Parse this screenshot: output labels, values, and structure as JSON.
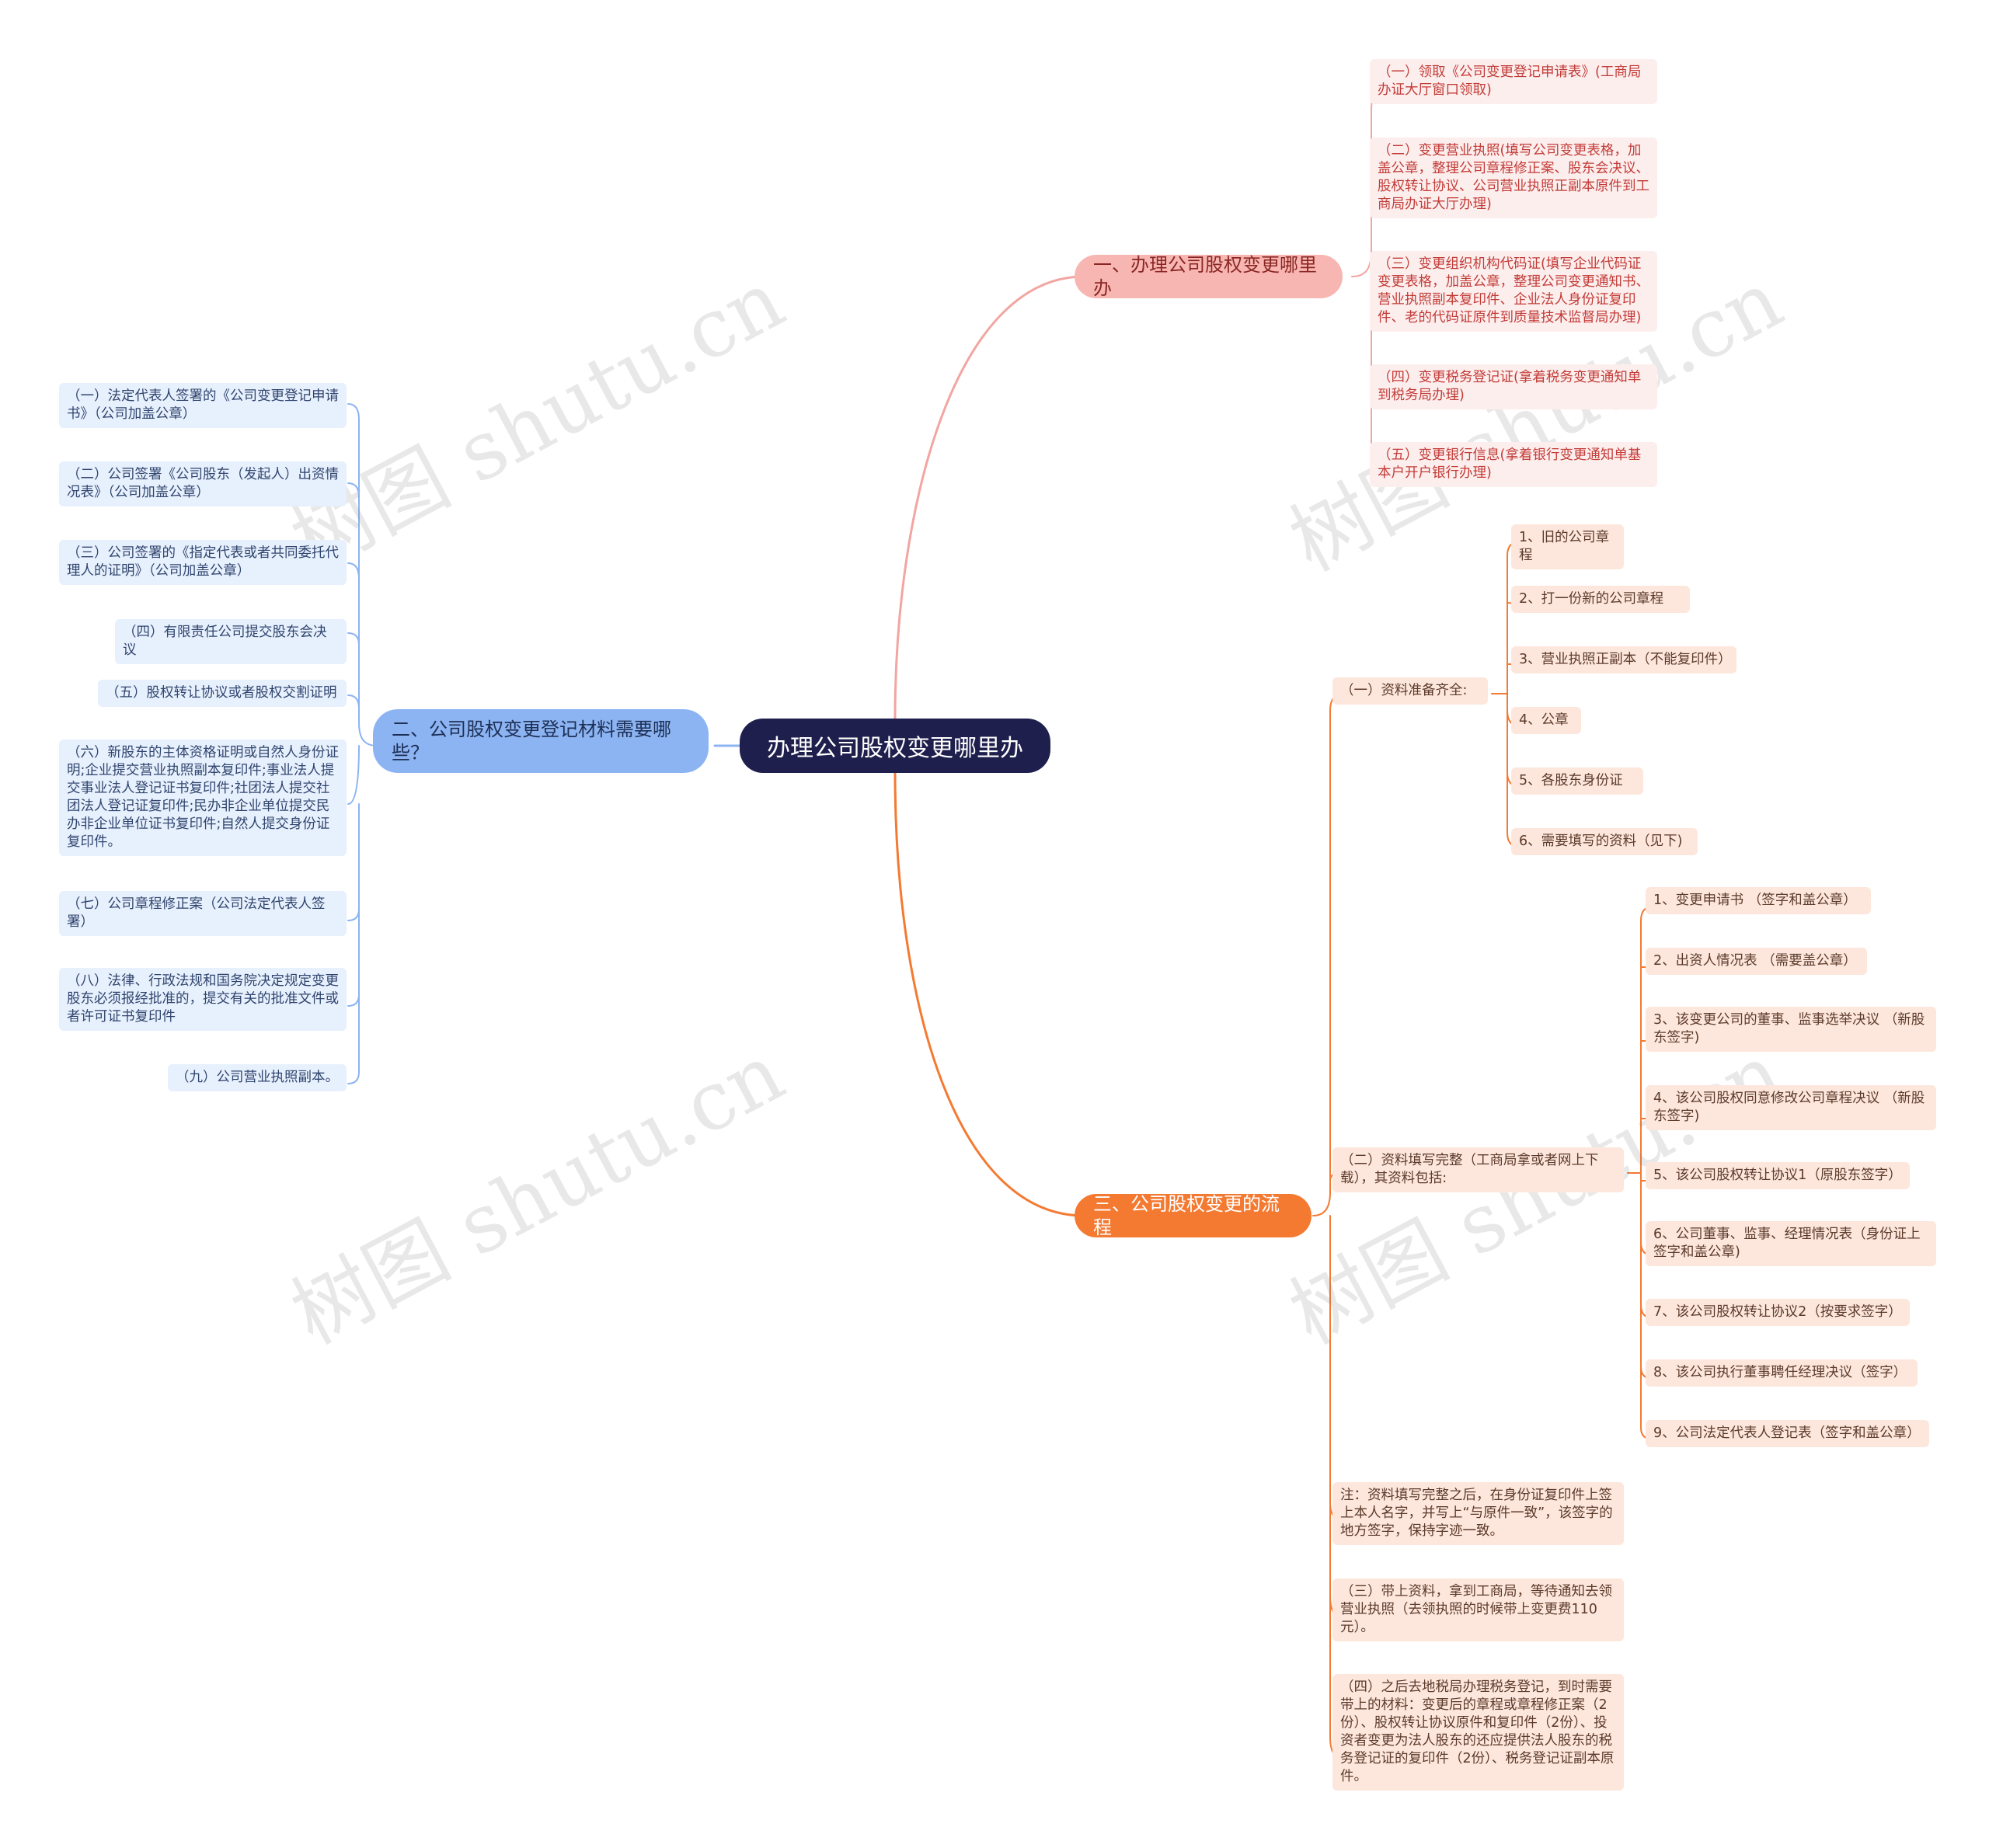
{
  "root": {
    "label": "办理公司股权变更哪里办"
  },
  "branches": {
    "b1": {
      "label": "一、办理公司股权变更哪里办",
      "color": "#f2a5a1",
      "items": [
        "（一）领取《公司变更登记申请表》(工商局办证大厅窗口领取)",
        "（二）变更营业执照(填写公司变更表格，加盖公章，整理公司章程修正案、股东会决议、股权转让协议、公司营业执照正副本原件到工商局办证大厅办理)",
        "（三）变更组织机构代码证(填写企业代码证变更表格，加盖公章，整理公司变更通知书、营业执照副本复印件、企业法人身份证复印件、老的代码证原件到质量技术监督局办理)",
        "（四）变更税务登记证(拿着税务变更通知单到税务局办理)",
        "（五）变更银行信息(拿着银行变更通知单基本户开户银行办理)"
      ]
    },
    "b2": {
      "label": "二、公司股权变更登记材料需要哪些？",
      "color": "#8cb4f2",
      "items": [
        "（一）法定代表人签署的《公司变更登记申请书》（公司加盖公章）",
        "（二）公司签署《公司股东（发起人）出资情况表》（公司加盖公章）",
        "（三）公司签署的《指定代表或者共同委托代理人的证明》（公司加盖公章）",
        "（四）有限责任公司提交股东会决议",
        "（五）股权转让协议或者股权交割证明",
        "（六）新股东的主体资格证明或自然人身份证明;企业提交营业执照副本复印件;事业法人提交事业法人登记证书复印件;社团法人提交社团法人登记证复印件;民办非企业单位提交民办非企业单位证书复印件;自然人提交身份证复印件。",
        "（七）公司章程修正案（公司法定代表人签署）",
        "（八）法律、行政法规和国务院决定规定变更股东必须报经批准的，提交有关的批准文件或者许可证书复印件",
        "（九）公司营业执照副本。"
      ]
    },
    "b3": {
      "label": "三、公司股权变更的流程",
      "color": "#f47a32",
      "s1": {
        "label": "（一）资料准备齐全:",
        "items": [
          "1、旧的公司章程",
          "2、打一份新的公司章程",
          "3、营业执照正副本（不能复印件）",
          "4、公章",
          "5、各股东身份证",
          "6、需要填写的资料（见下)"
        ]
      },
      "s2": {
        "label": "（二）资料填写完整（工商局拿或者网上下载），其资料包括:",
        "items": [
          "1、变更申请书 （签字和盖公章）",
          "2、出资人情况表 （需要盖公章）",
          "3、该变更公司的董事、监事选举决议 （新股东签字)",
          "4、该公司股权同意修改公司章程决议 （新股东签字)",
          "5、该公司股权转让协议1（原股东签字）",
          "6、公司董事、监事、经理情况表（身份证上签字和盖公章)",
          "7、该公司股权转让协议2（按要求签字）",
          "8、该公司执行董事聘任经理决议（签字）",
          "9、公司法定代表人登记表（签字和盖公章）"
        ]
      },
      "note": "注：资料填写完整之后，在身份证复印件上签上本人名字，并写上“与原件一致”，该签字的地方签字，保持字迹一致。",
      "s3": "（三）带上资料，拿到工商局，等待通知去领营业执照（去领执照的时候带上变更费110元）。",
      "s4": "（四）之后去地税局办理税务登记，到时需要带上的材料：变更后的章程或章程修正案（2份）、股权转让协议原件和复印件（2份）、投资者变更为法人股东的还应提供法人股东的税务登记证的复印件（2份）、税务登记证副本原件。"
    }
  },
  "watermark": "树图 shutu.cn"
}
